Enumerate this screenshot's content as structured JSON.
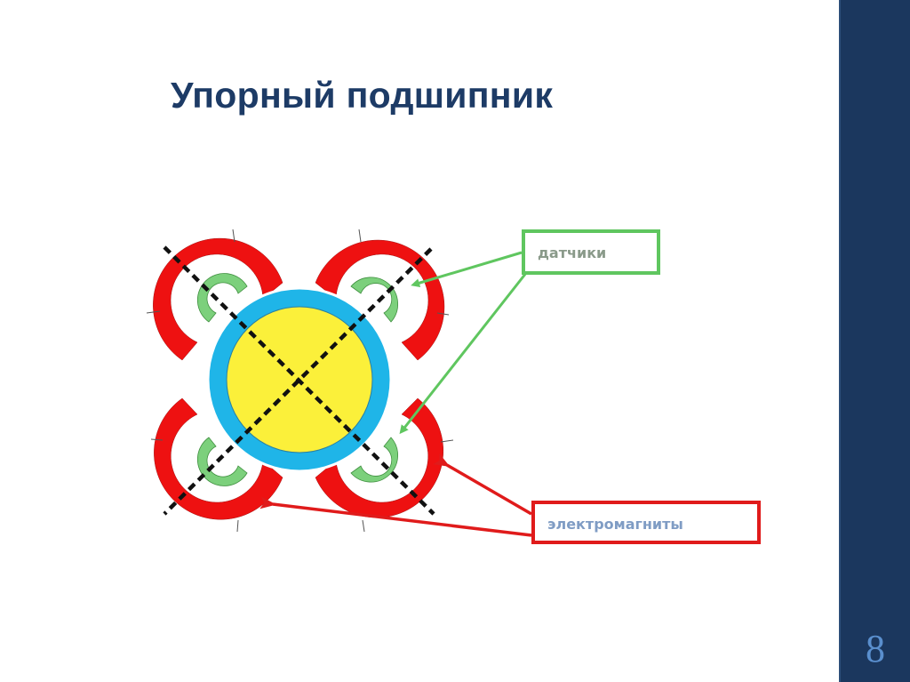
{
  "slide": {
    "title": "Упорный подшипник",
    "page_number": "8"
  },
  "diagram": {
    "labels": {
      "sensors": "датчики",
      "electromagnets": "электромагниты"
    },
    "colors": {
      "sidebar": "#1b375e",
      "title": "#1d3b66",
      "rotor_outer": "#1fb5e8",
      "rotor_inner": "#fbf03a",
      "electromagnet": "#ee1111",
      "sensor": "#7cd07c",
      "sensor_arrow": "#5fc65f",
      "magnet_arrow": "#e01b1b"
    }
  }
}
